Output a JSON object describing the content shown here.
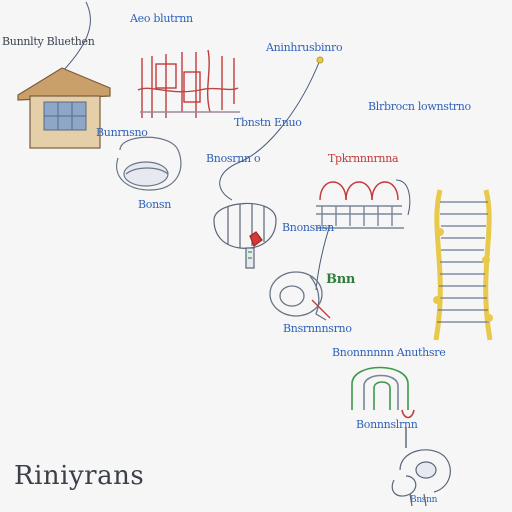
{
  "labels": {
    "top_center": "Aeo blutrnn",
    "top_left": "Bunnlty Bluethen",
    "top_right": "Aninhrusbinro",
    "right_upper": "Blrbrocn lownstrno",
    "mid_center": "Tbnstn Enuo",
    "left_mid": "Bunrnsno",
    "left_small": "Bonsn",
    "center_left": "Bnosrnn o",
    "center_right": "Tpkrnnnrnna",
    "center_small": "Bnonsnsn",
    "green_tag": "Bnn",
    "lower_left": "Bnsrnnnsrno",
    "lower_right": "Bnonnnnnn Anuthsre",
    "bottom_small": "Bonnnslrnn",
    "bottom_tiny": "Bnsnn"
  },
  "footer_word": "Riniyrans",
  "colors": {
    "label_blue": "#2f62b8",
    "background": "#f6f6f7",
    "house_roof": "#c9a06a",
    "window_blue": "#8ea6c8",
    "red_stroke": "#c23a3a",
    "ladder_yellow": "#e8c94a",
    "green_stroke": "#3c9a4a"
  }
}
